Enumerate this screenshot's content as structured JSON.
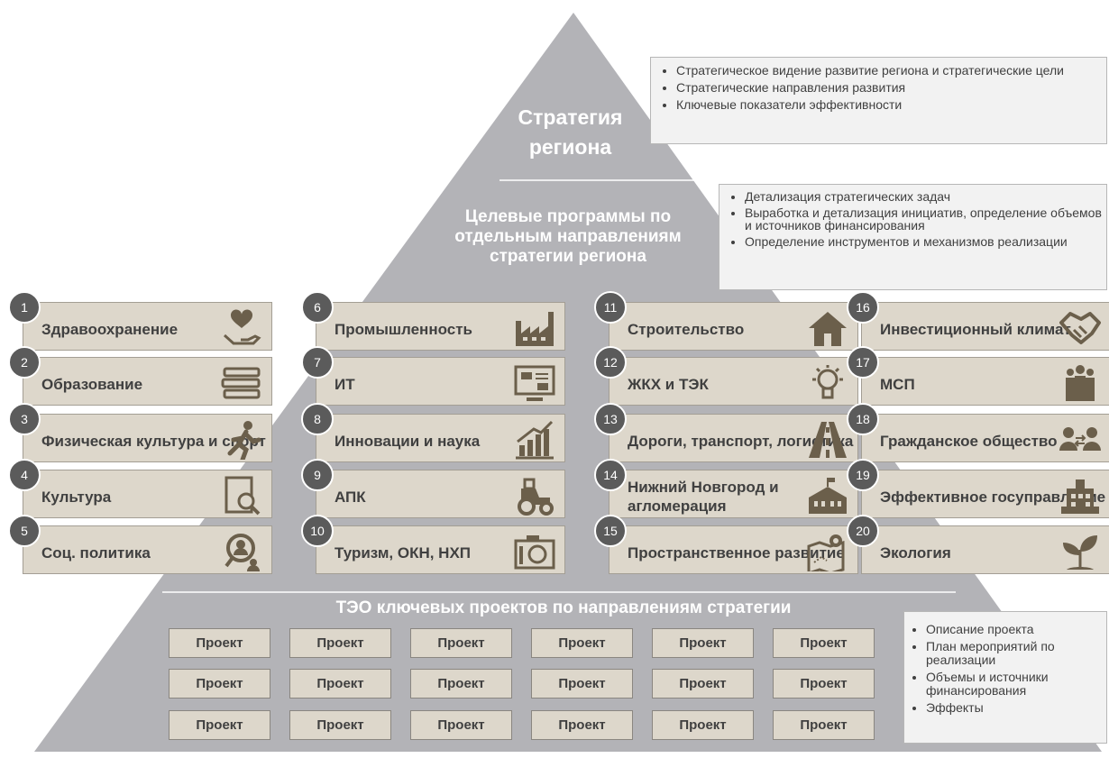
{
  "titles": {
    "top": "Стратегия региона",
    "middle": "Целевые программы по отдельным направлениям стратегии региона",
    "bottom": "ТЭО ключевых проектов по направлениям стратегии"
  },
  "callouts": {
    "top": [
      "Стратегическое видение развитие региона и стратегические цели",
      "Стратегические направления развития",
      "Ключевые показатели эффективности"
    ],
    "middle": [
      "Детализация стратегических задач",
      "Выработка и детализация инициатив, определение объемов и источников финансирования",
      "Определение инструментов и механизмов реализации"
    ],
    "bottom": [
      "Описание проекта",
      "План мероприятий по реализации",
      "Объемы и источники финансирования",
      "Эффекты"
    ]
  },
  "programs": [
    {
      "num": "1",
      "label": "Здравоохранение",
      "icon": "heart-in-hand-icon"
    },
    {
      "num": "2",
      "label": "Образование",
      "icon": "books-icon"
    },
    {
      "num": "3",
      "label": "Физическая культура и спорт",
      "icon": "runner-icon"
    },
    {
      "num": "4",
      "label": "Культура",
      "icon": "document-search-icon"
    },
    {
      "num": "5",
      "label": "Соц. политика",
      "icon": "people-search-icon"
    },
    {
      "num": "6",
      "label": "Промышленность",
      "icon": "factory-icon"
    },
    {
      "num": "7",
      "label": "ИТ",
      "icon": "monitor-icon"
    },
    {
      "num": "8",
      "label": "Инновации и наука",
      "icon": "growth-chart-icon"
    },
    {
      "num": "9",
      "label": "АПК",
      "icon": "tractor-icon"
    },
    {
      "num": "10",
      "label": "Туризм, ОКН, НХП",
      "icon": "camera-icon"
    },
    {
      "num": "11",
      "label": "Строительство",
      "icon": "house-icon"
    },
    {
      "num": "12",
      "label": "ЖКХ и ТЭК",
      "icon": "lightbulb-icon"
    },
    {
      "num": "13",
      "label": "Дороги, транспорт, логистика",
      "icon": "road-icon"
    },
    {
      "num": "14",
      "label": "Нижний Новгород и агломерация",
      "icon": "town-hall-icon"
    },
    {
      "num": "15",
      "label": "Пространственное развитие",
      "icon": "map-pin-icon"
    },
    {
      "num": "16",
      "label": "Инвестиционный климат",
      "icon": "handshake-icon"
    },
    {
      "num": "17",
      "label": "МСП",
      "icon": "business-people-icon"
    },
    {
      "num": "18",
      "label": "Гражданское общество",
      "icon": "people-exchange-icon"
    },
    {
      "num": "19",
      "label": "Эффективное госуправление",
      "icon": "government-building-icon"
    },
    {
      "num": "20",
      "label": "Экология",
      "icon": "sprout-icon"
    }
  ],
  "project_label": "Проект",
  "colors": {
    "pyramid": "#b3b3b7",
    "box": "#ddd7cb",
    "icon": "#6b5f4b",
    "badge": "#5b5b5b"
  }
}
